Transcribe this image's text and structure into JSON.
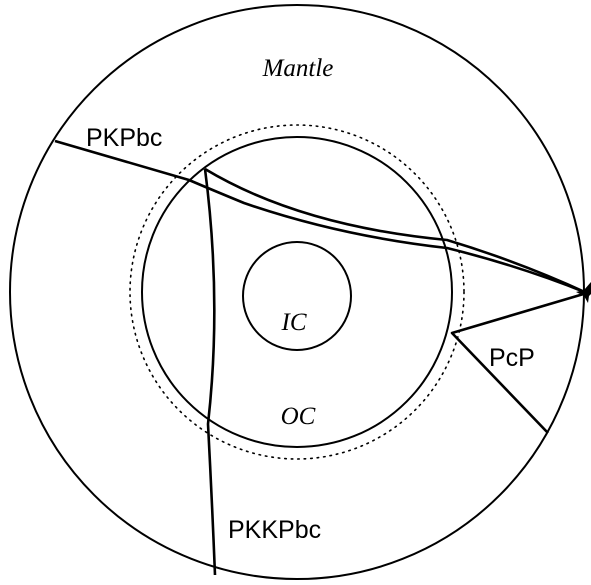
{
  "labels": {
    "mantle": "Mantle",
    "inner_core": "IC",
    "outer_core": "OC",
    "pkpbc": "PKPbc",
    "pkkpbc": "PKKPbc",
    "pcp": "PcP"
  },
  "colors": {
    "line": "#000000",
    "background": "#ffffff"
  }
}
